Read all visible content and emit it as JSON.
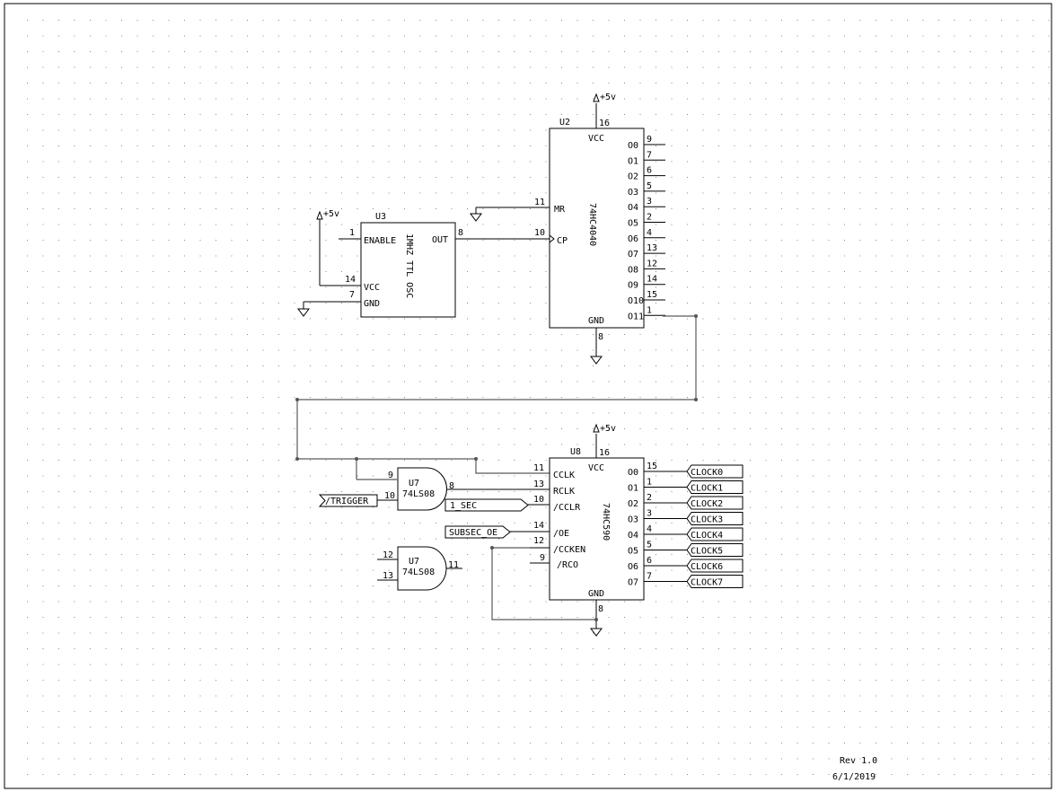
{
  "rails": {
    "vcc_label": "+5v"
  },
  "oscillator": {
    "ref": "U3",
    "type": "1MHZ TTL OSC",
    "pins": {
      "enable": "ENABLE",
      "vcc": "VCC",
      "gnd": "GND",
      "out": "OUT"
    },
    "pin_numbers": {
      "enable": "1",
      "vcc": "14",
      "gnd": "7",
      "out": "8"
    }
  },
  "counter": {
    "ref": "U2",
    "type": "74HC4040",
    "pins": {
      "vcc": "VCC",
      "gnd": "GND",
      "mr": "MR",
      "cp": "CP"
    },
    "pin_numbers": {
      "vcc": "16",
      "gnd": "8",
      "mr": "11",
      "cp": "10"
    },
    "outputs": [
      {
        "name": "O0",
        "num": "9"
      },
      {
        "name": "O1",
        "num": "7"
      },
      {
        "name": "O2",
        "num": "6"
      },
      {
        "name": "O3",
        "num": "5"
      },
      {
        "name": "O4",
        "num": "3"
      },
      {
        "name": "O5",
        "num": "2"
      },
      {
        "name": "O6",
        "num": "4"
      },
      {
        "name": "O7",
        "num": "13"
      },
      {
        "name": "O8",
        "num": "12"
      },
      {
        "name": "O9",
        "num": "14"
      },
      {
        "name": "O10",
        "num": "15"
      },
      {
        "name": "O11",
        "num": "1"
      }
    ]
  },
  "binary_counter": {
    "ref": "U8",
    "type": "74HC590",
    "pins": {
      "vcc": "VCC",
      "gnd": "GND",
      "cclk": "CCLK",
      "rclk": "RCLK",
      "cclr": "/CCLR",
      "oe": "/OE",
      "ccken": "/CCKEN",
      "rco": "/RCO"
    },
    "pin_numbers": {
      "vcc": "16",
      "gnd": "8",
      "cclk": "11",
      "rclk": "13",
      "cclr": "10",
      "oe": "14",
      "ccken": "12",
      "rco": "9"
    },
    "outputs": [
      {
        "name": "O0",
        "num": "15",
        "net": "CLOCK0"
      },
      {
        "name": "O1",
        "num": "1",
        "net": "CLOCK1"
      },
      {
        "name": "O2",
        "num": "2",
        "net": "CLOCK2"
      },
      {
        "name": "O3",
        "num": "3",
        "net": "CLOCK3"
      },
      {
        "name": "O4",
        "num": "4",
        "net": "CLOCK4"
      },
      {
        "name": "O5",
        "num": "5",
        "net": "CLOCK5"
      },
      {
        "name": "O6",
        "num": "6",
        "net": "CLOCK6"
      },
      {
        "name": "O7",
        "num": "7",
        "net": "CLOCK7"
      }
    ]
  },
  "gates": [
    {
      "ref": "U7",
      "type": "74LS08",
      "in_a": "9",
      "in_b": "10",
      "out": "8"
    },
    {
      "ref": "U7",
      "type": "74LS08",
      "in_a": "12",
      "in_b": "13",
      "out": "11"
    }
  ],
  "net_labels": {
    "trigger": "/TRIGGER",
    "one_sec": "1_SEC",
    "subsec_oe": "SUBSEC_OE"
  },
  "title_block": {
    "rev": "Rev 1.0",
    "date": "6/1/2019"
  }
}
